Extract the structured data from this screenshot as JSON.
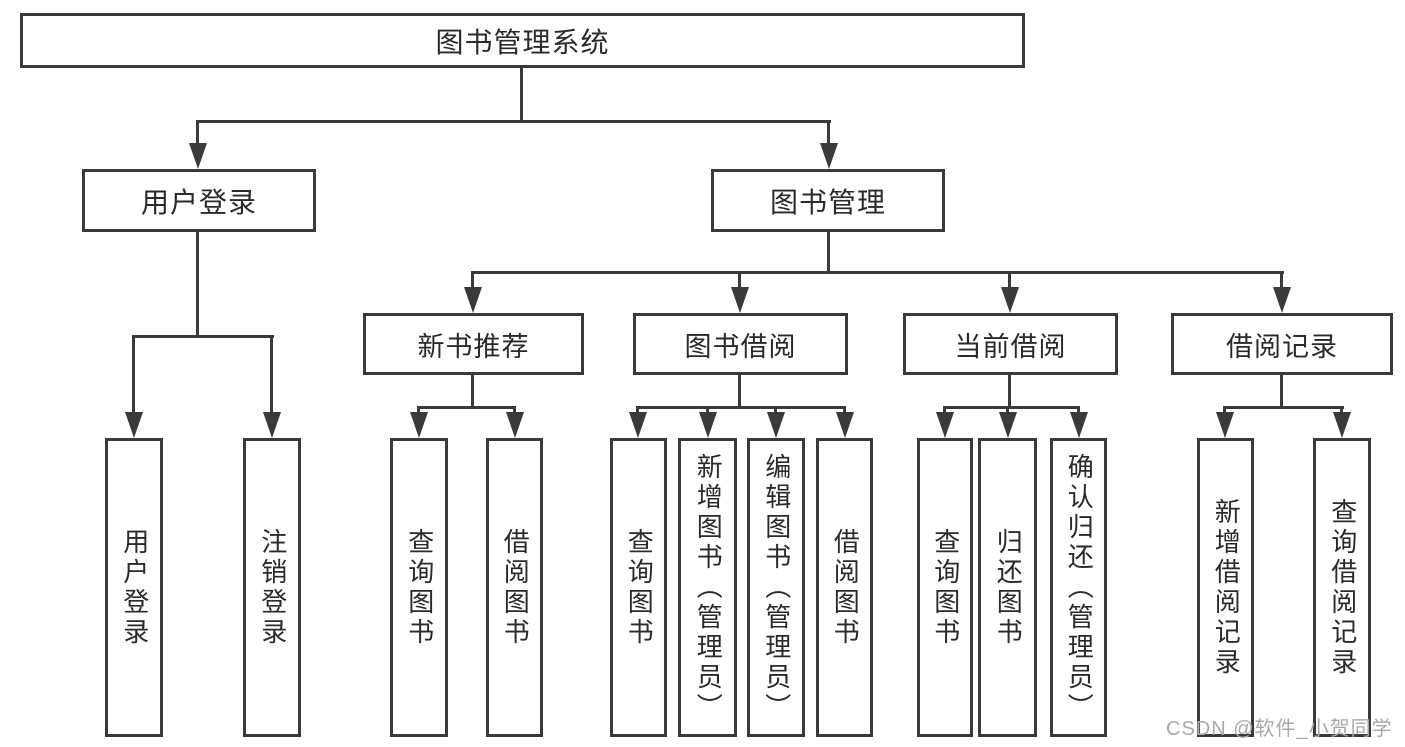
{
  "colors": {
    "line": "#3a3a3a",
    "text": "#2a2a2a",
    "box_bg": "#ffffff",
    "watermark": "#a9a9ad",
    "background": "#ffffff"
  },
  "watermark": {
    "text": "CSDN @软件_小贺同学"
  },
  "nodes": {
    "root": {
      "label": "图书管理系统"
    },
    "user_login": {
      "label": "用户登录"
    },
    "book_mgmt": {
      "label": "图书管理"
    },
    "new_books": {
      "label": "新书推荐"
    },
    "book_borrow": {
      "label": "图书借阅"
    },
    "current_borrow": {
      "label": "当前借阅"
    },
    "borrow_records": {
      "label": "借阅记录"
    },
    "leaves": {
      "user_login_leaf": {
        "label": "用户登录"
      },
      "logout": {
        "label": "注销登录"
      },
      "query_books_new": {
        "label": "查询图书"
      },
      "borrow_books_new": {
        "label": "借阅图书"
      },
      "query_books_borrow": {
        "label": "查询图书"
      },
      "add_books_admin": {
        "label": "新增图书（管理员）"
      },
      "edit_books_admin": {
        "label": "编辑图书（管理员）"
      },
      "borrow_books_borrow": {
        "label": "借阅图书"
      },
      "query_books_current": {
        "label": "查询图书"
      },
      "return_books": {
        "label": "归还图书"
      },
      "confirm_return_admin": {
        "label": "确认归还（管理员）"
      },
      "add_borrow_record": {
        "label": "新增借阅记录"
      },
      "query_borrow_record": {
        "label": "查询借阅记录"
      }
    }
  }
}
